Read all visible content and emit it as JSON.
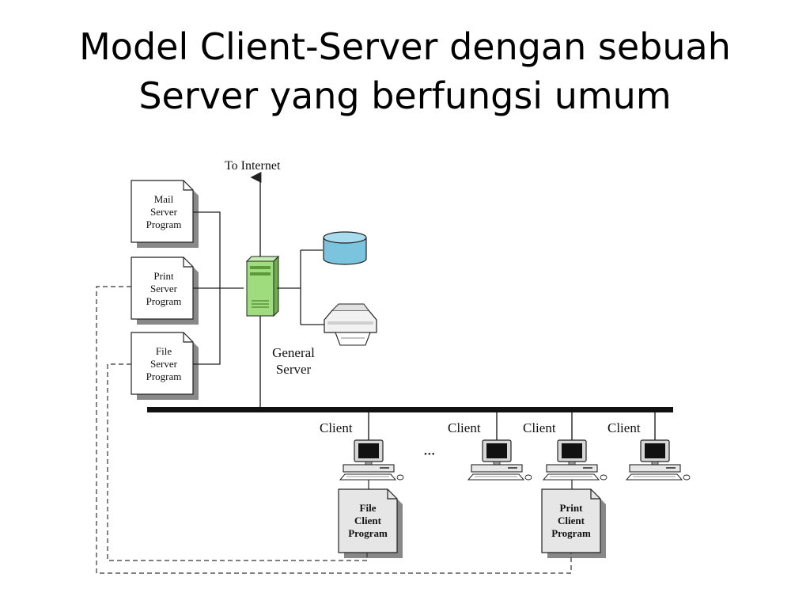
{
  "slide": {
    "title_line1": "Model Client-Server dengan sebuah",
    "title_line2": "Server yang berfungsi umum"
  },
  "diagram": {
    "internet_label": "To Internet",
    "general_server": {
      "line1": "General",
      "line2": "Server"
    },
    "server_programs": [
      {
        "lines": [
          "Mail",
          "Server",
          "Program"
        ]
      },
      {
        "lines": [
          "Print",
          "Server",
          "Program"
        ]
      },
      {
        "lines": [
          "File",
          "Server",
          "Program"
        ]
      }
    ],
    "client_label": "Client",
    "ellipsis": "•••",
    "client_programs": [
      {
        "lines": [
          "File",
          "Client",
          "Program"
        ]
      },
      {
        "lines": [
          "Print",
          "Client",
          "Program"
        ]
      }
    ],
    "colors": {
      "server": "#9fdc7d",
      "database": "#7cc3de",
      "document": "#ffffff",
      "client_document": "#e6e6e6",
      "line": "#222222"
    },
    "icons": [
      "server-tower-icon",
      "database-icon",
      "printer-icon",
      "computer-icon"
    ]
  }
}
